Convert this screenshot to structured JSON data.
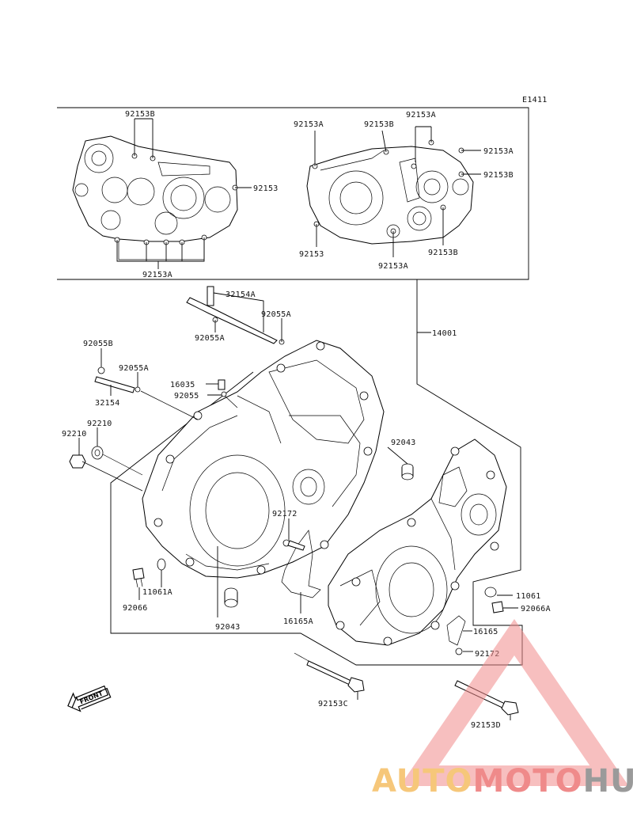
{
  "diagram_code": "E1411",
  "front_label": "FRONT",
  "watermark": {
    "part1": "AUTO",
    "part2": "MOTO",
    "part3": "HUB",
    "colors": {
      "auto": "#f6c77a",
      "moto": "#ef8a8a",
      "hub": "#9a9a9a",
      "triangle": "#f08a8a"
    }
  },
  "labels": {
    "l_92153B_tl": "92153B",
    "l_92153_tl": "92153",
    "l_92153A_tl": "92153A",
    "l_92153A_tr1": "92153A",
    "l_92153B_tr1": "92153B",
    "l_92153A_tr2": "92153A",
    "l_92153A_tr3": "92153A",
    "l_92153B_tr2": "92153B",
    "l_92153_tr": "92153",
    "l_92153A_tr4": "92153A",
    "l_92153B_tr3": "92153B",
    "l_32154A": "32154A",
    "l_92055A_1": "92055A",
    "l_92055A_2": "92055A",
    "l_92055B": "92055B",
    "l_92055A_3": "92055A",
    "l_32154": "32154",
    "l_16035": "16035",
    "l_92055": "92055",
    "l_14001": "14001",
    "l_92210_a": "92210",
    "l_92210_b": "92210",
    "l_92043_r": "92043",
    "l_92172_c": "92172",
    "l_11061A": "11061A",
    "l_92066": "92066",
    "l_92043_b": "92043",
    "l_16165A": "16165A",
    "l_11061": "11061",
    "l_92066A": "92066A",
    "l_16165": "16165",
    "l_92172_r": "92172",
    "l_92153C": "92153C",
    "l_92153D": "92153D"
  }
}
